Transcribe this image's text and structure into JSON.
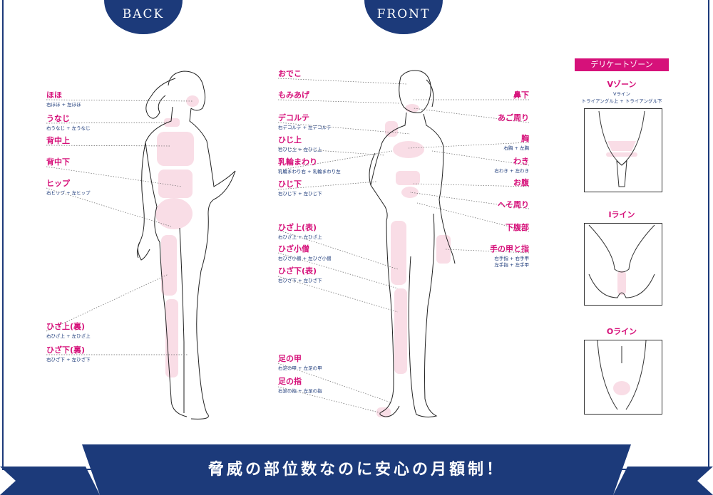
{
  "tabs": {
    "back": "BACK",
    "front": "FRONT"
  },
  "back_labels": [
    {
      "name": "ほほ",
      "sub": "右ほほ + 左ほほ"
    },
    {
      "name": "うなじ",
      "sub": "右うなじ + 左うなじ"
    },
    {
      "name": "背中上",
      "sub": ""
    },
    {
      "name": "背中下",
      "sub": ""
    },
    {
      "name": "ヒップ",
      "sub": "右ヒップ + 左ヒップ"
    },
    {
      "name": "ひざ上(裏)",
      "sub": "右ひざ上 + 左ひざ上"
    },
    {
      "name": "ひざ下(裏)",
      "sub": "右ひざ下 + 左ひざ下"
    }
  ],
  "front_left_labels": [
    {
      "name": "おでこ",
      "sub": ""
    },
    {
      "name": "もみあげ",
      "sub": ""
    },
    {
      "name": "デコルテ",
      "sub": "右デコルテ + 左デコルテ"
    },
    {
      "name": "ひじ上",
      "sub": "右ひじ上 + 左ひじ上"
    },
    {
      "name": "乳輪まわり",
      "sub": "乳輪まわり右 + 乳輪まわり左"
    },
    {
      "name": "ひじ下",
      "sub": "右ひじ下 + 左ひじ下"
    },
    {
      "name": "ひざ上(表)",
      "sub": "右ひざ上 + 左ひざ上"
    },
    {
      "name": "ひざ小僧",
      "sub": "右ひざ小僧 + 左ひざ小僧"
    },
    {
      "name": "ひざ下(表)",
      "sub": "右ひざ下 + 左ひざ下"
    },
    {
      "name": "足の甲",
      "sub": "右足の甲 + 左足の甲"
    },
    {
      "name": "足の指",
      "sub": "右足の指 + 左足の指"
    }
  ],
  "front_right_labels": [
    {
      "name": "鼻下",
      "sub": ""
    },
    {
      "name": "あご周り",
      "sub": ""
    },
    {
      "name": "胸",
      "sub": "右胸 + 左胸"
    },
    {
      "name": "わき",
      "sub": "右わき + 左わき"
    },
    {
      "name": "お腹",
      "sub": ""
    },
    {
      "name": "へそ周り",
      "sub": ""
    },
    {
      "name": "下腹部",
      "sub": ""
    },
    {
      "name": "手の甲と指",
      "sub": "右手指 + 右手甲",
      "sub2": "左手指 + 左手甲"
    }
  ],
  "delicate": {
    "title": "デリケートゾーン",
    "v": {
      "name": "Vゾーン",
      "sub": "Vライン",
      "sub2": "トライアングル上 + トライアングル下"
    },
    "i": {
      "name": "Iライン"
    },
    "o": {
      "name": "Oライン"
    }
  },
  "banner": "脅威の部位数なのに安心の月額制！",
  "colors": {
    "navy": "#1c3a7a",
    "pink": "#d6117a",
    "zone": "#f9dde6"
  }
}
